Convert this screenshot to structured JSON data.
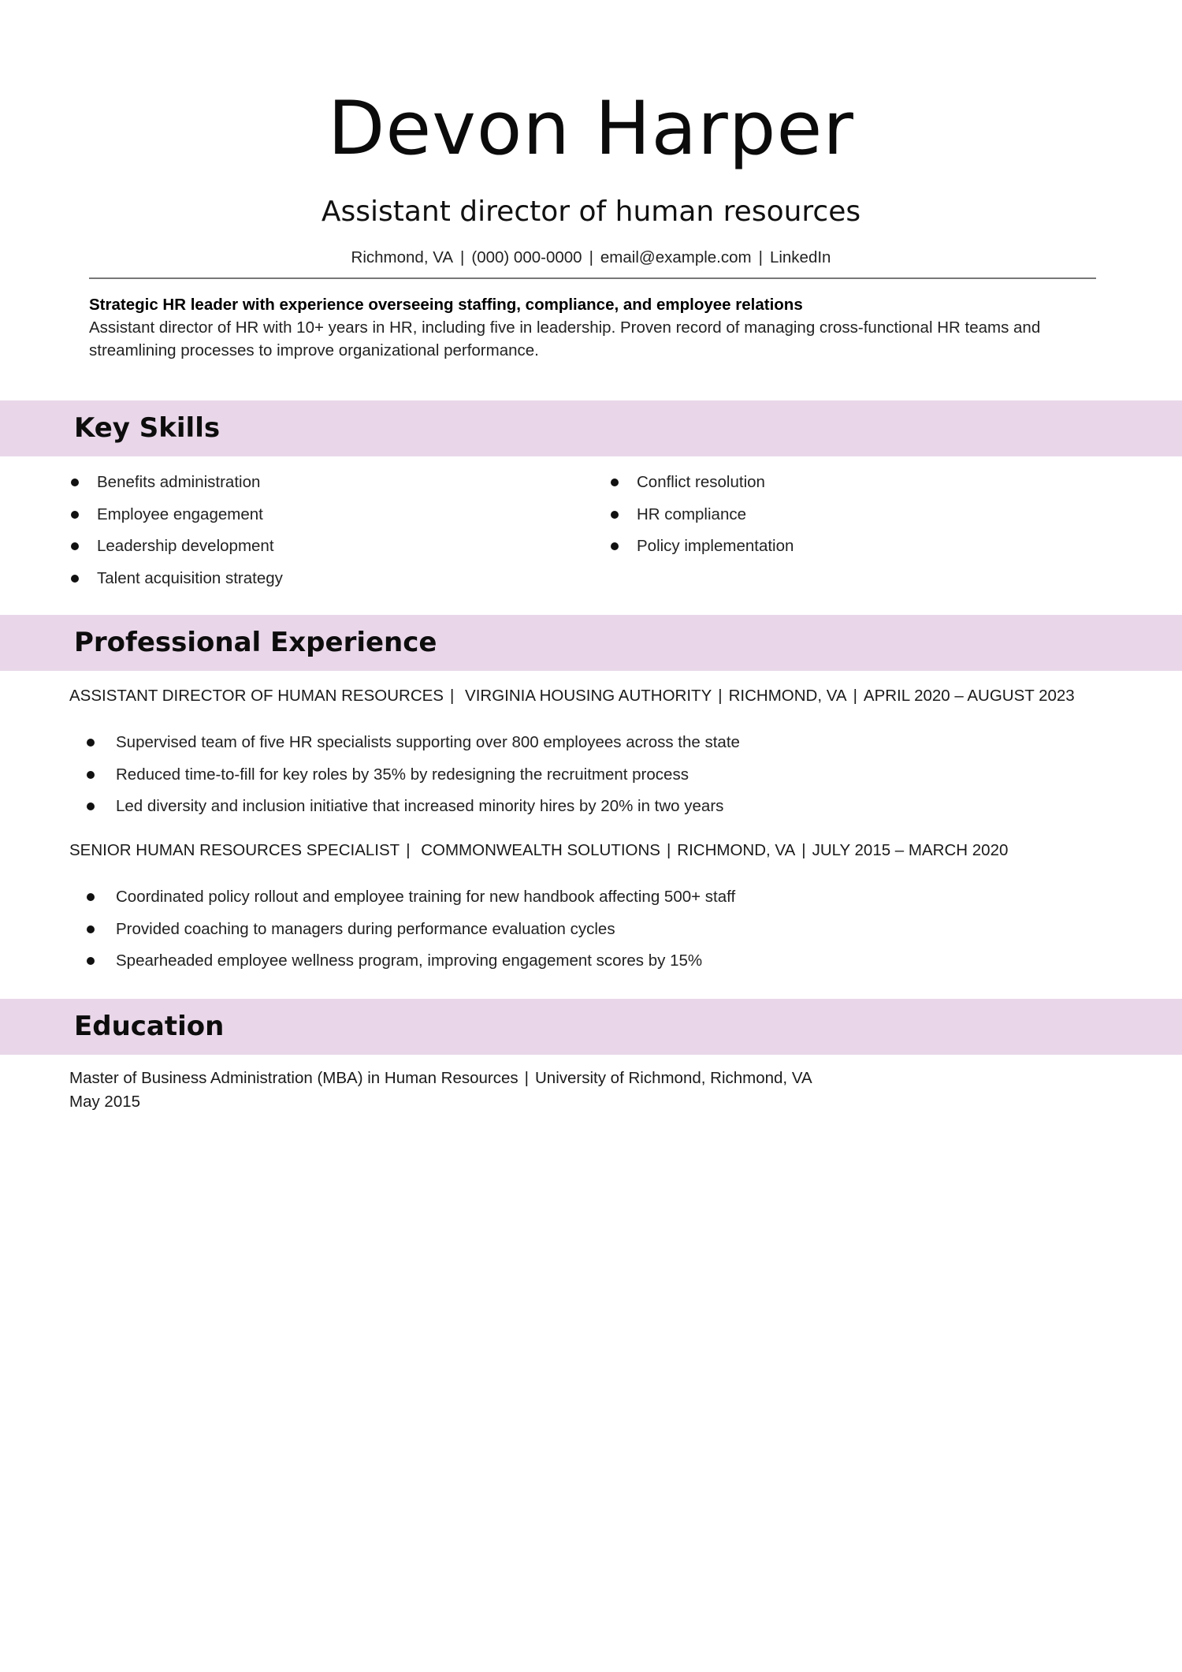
{
  "header": {
    "name": "Devon Harper",
    "title": "Assistant director of human resources",
    "contact": {
      "location": "Richmond, VA",
      "phone": "(000) 000-0000",
      "email": "email@example.com",
      "linkedin": "LinkedIn",
      "separator": "|"
    }
  },
  "summary": {
    "headline": "Strategic HR leader with experience overseeing staffing, compliance, and employee relations",
    "text": "Assistant director of HR with 10+ years in HR, including five in leadership. Proven record of managing cross-functional HR teams and streamlining processes to improve organizational performance."
  },
  "skills": {
    "heading": "Key Skills",
    "left": [
      "Benefits administration",
      "Employee engagement",
      "Leadership development",
      "Talent acquisition strategy"
    ],
    "right": [
      "Conflict resolution",
      "HR compliance",
      "Policy implementation"
    ]
  },
  "experience": {
    "heading": "Professional Experience",
    "jobs": [
      {
        "title": "ASSISTANT DIRECTOR OF HUMAN RESOURCES",
        "company": "VIRGINIA HOUSING AUTHORITY",
        "location": "RICHMOND, VA",
        "dates": "APRIL 2020 – AUGUST 2023",
        "bullets": [
          "Supervised team of five HR specialists supporting over 800 employees across the state",
          "Reduced time-to-fill for key roles by 35% by redesigning the recruitment process",
          "Led diversity and inclusion initiative that increased minority hires by 20% in two years"
        ]
      },
      {
        "title": "SENIOR HUMAN RESOURCES SPECIALIST",
        "company": "COMMONWEALTH SOLUTIONS",
        "location": "RICHMOND, VA",
        "dates": "JULY 2015 – MARCH 2020",
        "bullets": [
          "Coordinated policy rollout and employee training for new handbook affecting 500+ staff",
          "Provided coaching to managers during performance evaluation cycles",
          "Spearheaded employee wellness program, improving engagement scores by 15%"
        ]
      }
    ]
  },
  "education": {
    "heading": "Education",
    "degree": "Master of Business Administration (MBA) in Human Resources",
    "school": "University of Richmond, Richmond, VA",
    "date": "May 2015"
  },
  "colors": {
    "section_band": "#e9d7e9",
    "rule": "#777777",
    "text": "#1a1a1a"
  }
}
